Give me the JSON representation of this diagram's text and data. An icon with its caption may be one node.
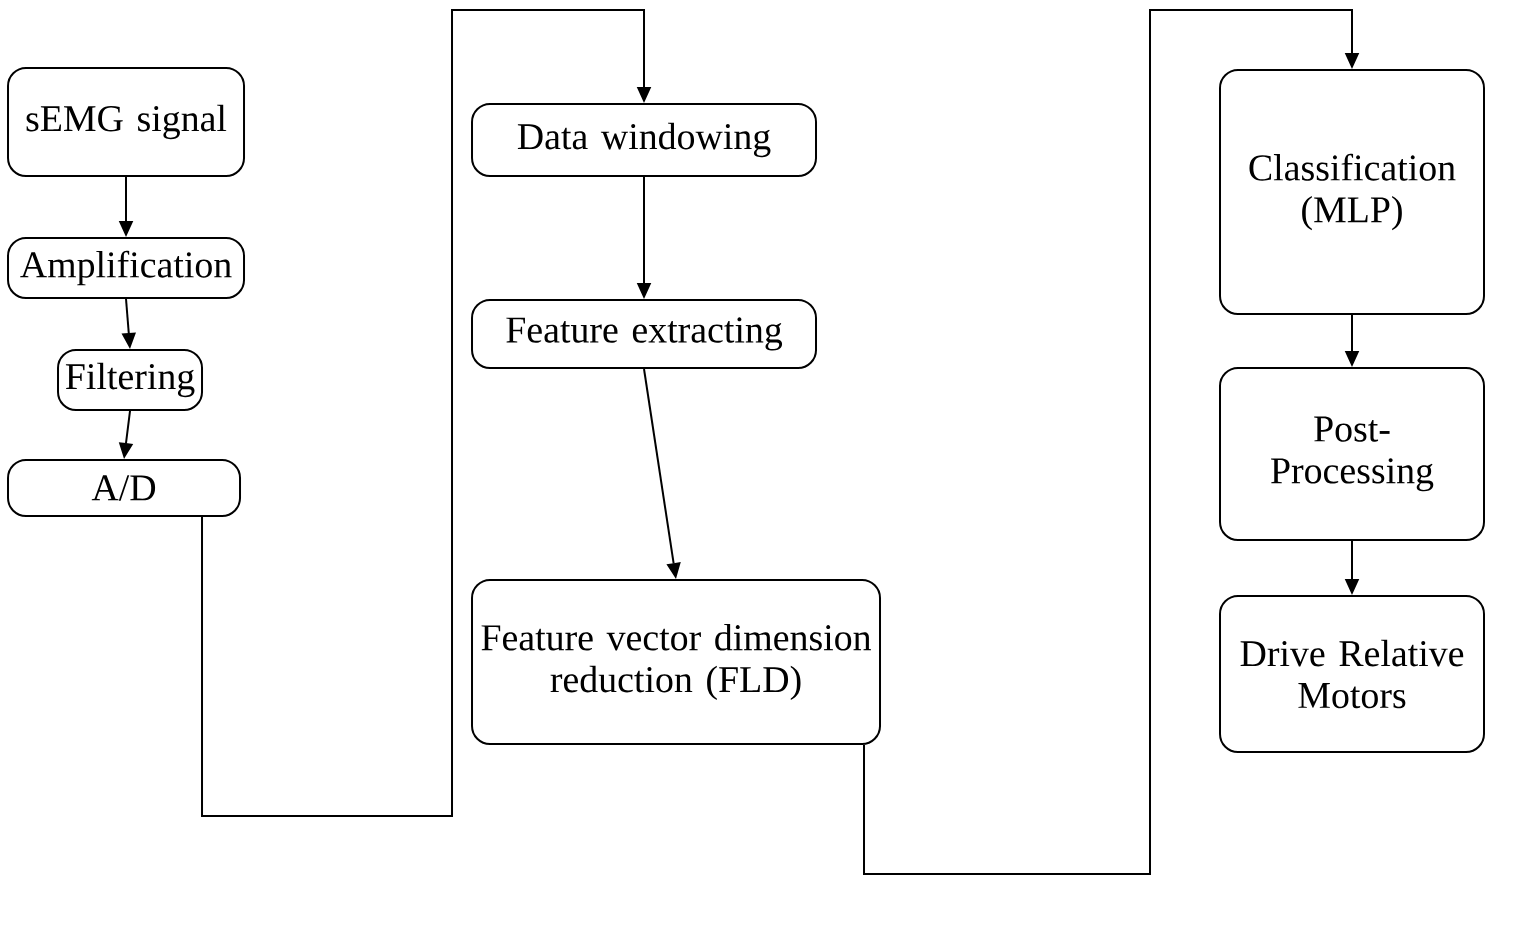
{
  "diagram": {
    "nodes": [
      {
        "text": [
          "sEMG signal"
        ]
      },
      {
        "text": [
          "Amplification"
        ]
      },
      {
        "text": [
          "Filtering"
        ]
      },
      {
        "text": [
          "A/D"
        ]
      },
      {
        "text": [
          "Data windowing"
        ]
      },
      {
        "text": [
          "Feature extracting"
        ]
      },
      {
        "text": [
          "Feature vector dimension reduction (FLD)"
        ]
      },
      {
        "text": [
          "Classification (MLP)"
        ]
      },
      {
        "text": [
          "Post- Processing"
        ]
      },
      {
        "text": [
          "Drive Relative Motors"
        ]
      }
    ],
    "edges": [
      {
        "from": 0,
        "to": 1,
        "arrow": "to"
      },
      {
        "from": 1,
        "to": 2,
        "arrow": "to"
      },
      {
        "from": 2,
        "to": 3,
        "arrow": "to"
      },
      {
        "from": 3,
        "to": 4,
        "arrow": "to"
      },
      {
        "from": 4,
        "to": 5,
        "arrow": "to"
      },
      {
        "from": 5,
        "to": 6,
        "arrow": "to"
      },
      {
        "from": 6,
        "to": 7,
        "arrow": "to"
      },
      {
        "from": 7,
        "to": 8,
        "arrow": "to"
      },
      {
        "from": 8,
        "to": 9,
        "arrow": "to"
      }
    ]
  }
}
